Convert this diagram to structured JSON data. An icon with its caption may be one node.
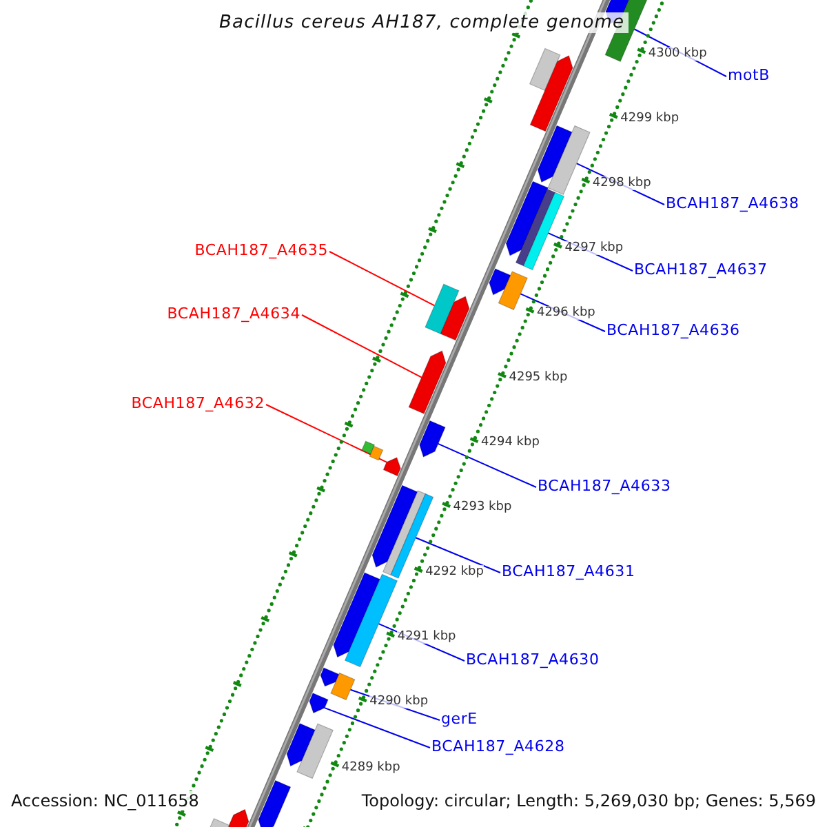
{
  "diagram": {
    "title": "Bacillus cereus AH187, complete genome",
    "nodes": [
      {
        "text": [
          "motB"
        ]
      },
      {
        "text": [],
        "shape": "bar"
      },
      {
        "text": [
          "BCAH187_A4638"
        ]
      },
      {
        "text": [],
        "shape": "bar"
      },
      {
        "text": [
          "BCAH187_A4635"
        ]
      },
      {
        "text": [],
        "shape": "bar"
      },
      {
        "text": [
          "BCAH187_A4637"
        ]
      },
      {
        "text": [],
        "shape": "bar"
      },
      {
        "text": [
          "BCAH187_A4634"
        ]
      },
      {
        "text": [],
        "shape": "bar"
      },
      {
        "text": [
          "BCAH187_A4636"
        ]
      },
      {
        "text": [],
        "shape": "bar"
      },
      {
        "text": [
          "BCAH187_A4632"
        ]
      },
      {
        "text": [],
        "shape": "bar"
      },
      {
        "text": [
          "BCAH187_A4633"
        ]
      },
      {
        "text": [],
        "shape": "bar"
      },
      {
        "text": [
          "BCAH187_A4631"
        ]
      },
      {
        "text": [],
        "shape": "bar"
      },
      {
        "text": [
          "BCAH187_A4630"
        ]
      },
      {
        "text": [],
        "shape": "bar"
      },
      {
        "text": [
          "gerE"
        ]
      },
      {
        "text": [],
        "shape": "bar"
      },
      {
        "text": [
          "BCAH187_A4628"
        ]
      },
      {
        "text": [],
        "shape": "bar"
      }
    ],
    "edges": [
      {
        "from": 0,
        "to": 1,
        "arrow": "none"
      },
      {
        "from": 2,
        "to": 3,
        "arrow": "none"
      },
      {
        "from": 4,
        "to": 5,
        "arrow": "none",
        "color": "#ff0000"
      },
      {
        "from": 6,
        "to": 7,
        "arrow": "none"
      },
      {
        "from": 8,
        "to": 9,
        "arrow": "none",
        "color": "#ff0000"
      },
      {
        "from": 10,
        "to": 11,
        "arrow": "none"
      },
      {
        "from": 12,
        "to": 13,
        "arrow": "none",
        "color": "#ff0000"
      },
      {
        "from": 14,
        "to": 15,
        "arrow": "none"
      },
      {
        "from": 16,
        "to": 17,
        "arrow": "none"
      },
      {
        "from": 18,
        "to": 19,
        "arrow": "none"
      },
      {
        "from": 20,
        "to": 21,
        "arrow": "none"
      },
      {
        "from": 22,
        "to": 23,
        "arrow": "none"
      }
    ],
    "labels": [
      "4300 kbp",
      "4299 kbp",
      "4298 kbp",
      "4297 kbp",
      "4296 kbp",
      "4295 kbp",
      "4294 kbp",
      "4293 kbp",
      "4292 kbp",
      "4291 kbp",
      "4290 kbp",
      "4289 kbp",
      "Accession: NC_011658",
      "Topology: circular; Length: 5,269,030 bp; Genes: 5,569"
    ]
  }
}
